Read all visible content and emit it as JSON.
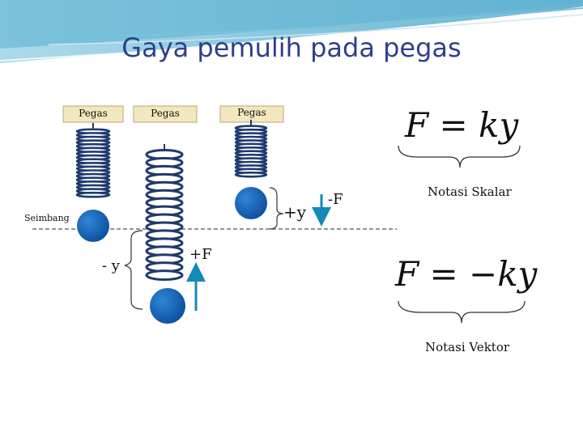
{
  "title": "Gaya pemulih pada pegas",
  "labels": {
    "pegas_left": "Pegas",
    "pegas_middle": "Pegas",
    "pegas_right": "Pegas",
    "seimbang": "Seimbang",
    "plus_y": "+y",
    "minus_y": "- y",
    "minus_f": "-F",
    "plus_f": "+F",
    "notasi_skalar": "Notasi Skalar",
    "notasi_vektor": "Notasi Vektor"
  },
  "formulas": {
    "scalar": "F = ky",
    "vector": "F = −ky"
  },
  "colors": {
    "title": "#2e3f8c",
    "spring": "#1f3b6e",
    "mass": "#1565c0",
    "label_box": "#f3e7bf",
    "label_border": "#b9a774",
    "arrow": "#1689b8",
    "equilibrium_line": "#555555"
  }
}
